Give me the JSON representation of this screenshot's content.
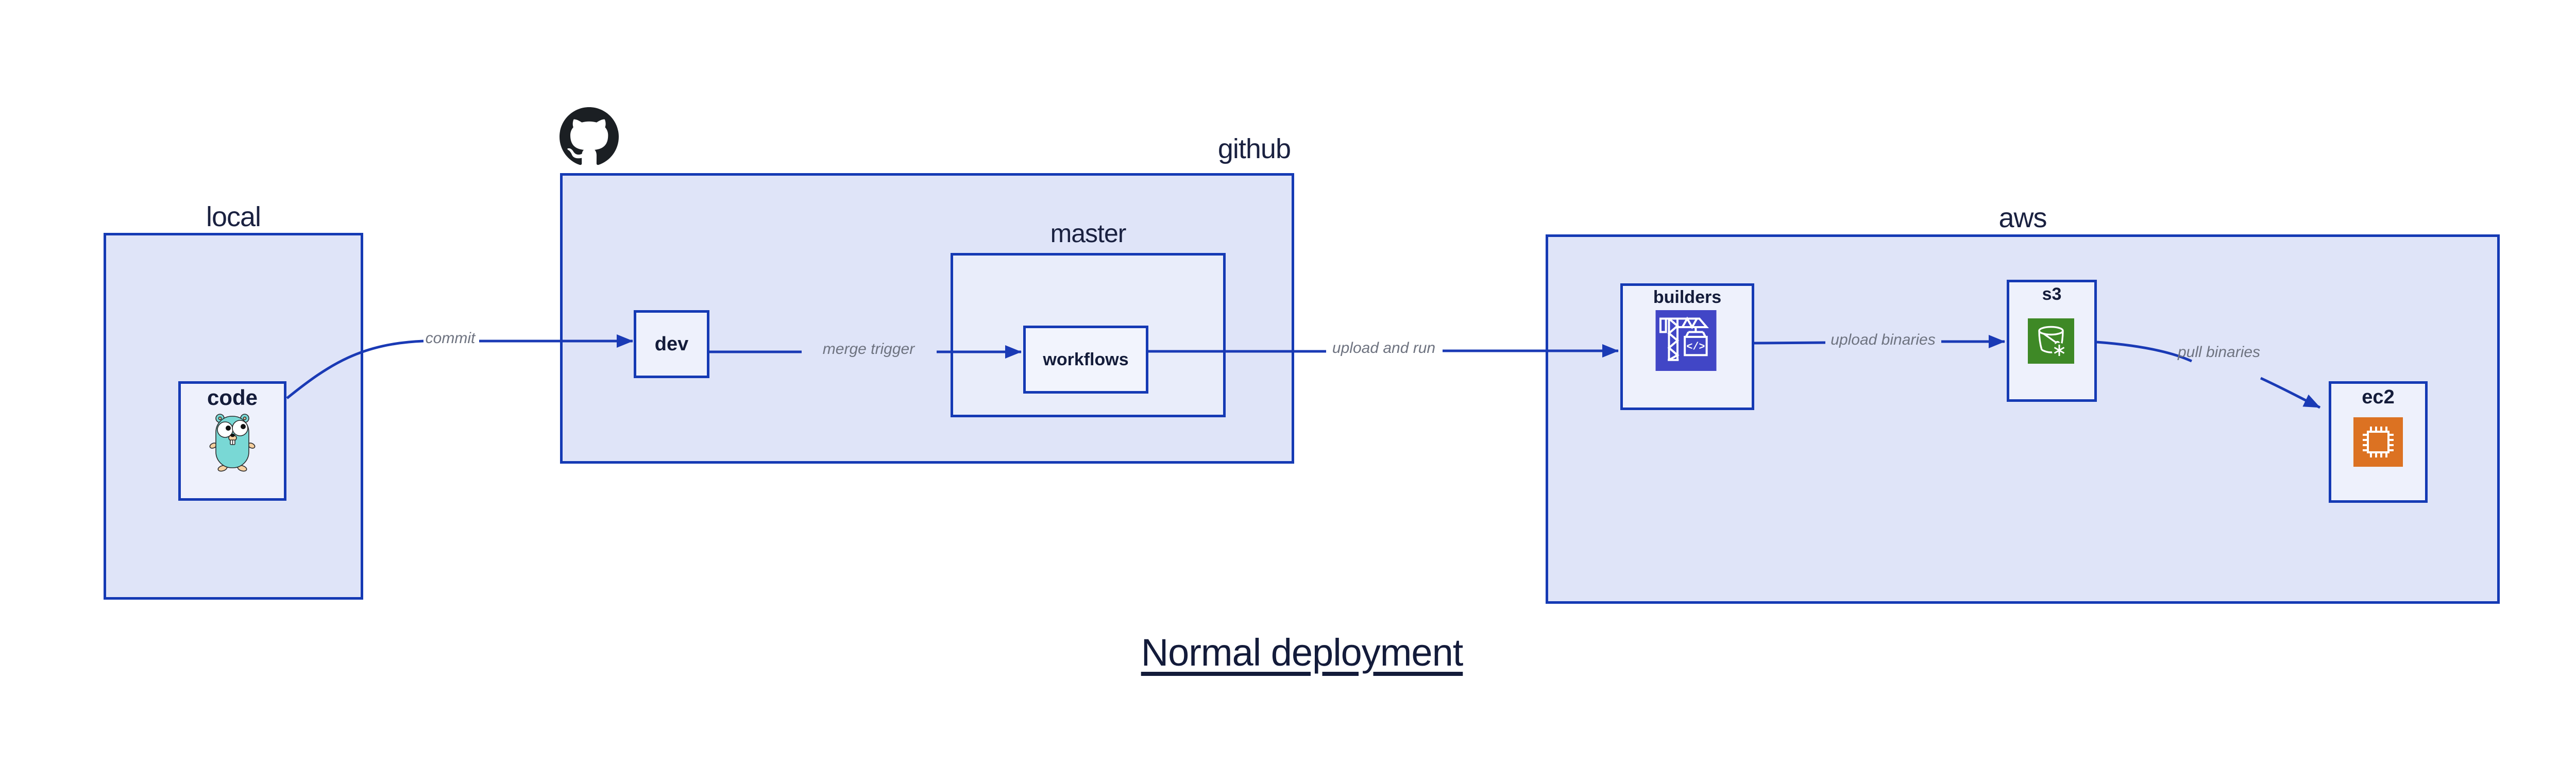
{
  "diagram": {
    "title": "Normal deployment",
    "groups": {
      "local": {
        "label": "local"
      },
      "github": {
        "label": "github"
      },
      "master": {
        "label": "master"
      },
      "aws": {
        "label": "aws"
      }
    },
    "nodes": {
      "code": {
        "label": "code",
        "icon": "go-gopher"
      },
      "dev": {
        "label": "dev"
      },
      "workflows": {
        "label": "workflows"
      },
      "builders": {
        "label": "builders",
        "icon": "codebuild-crane"
      },
      "s3": {
        "label": "s3",
        "icon": "s3-glacier-bucket"
      },
      "ec2": {
        "label": "ec2",
        "icon": "ec2-chip"
      }
    },
    "edges": [
      {
        "from": "code",
        "to": "dev",
        "label": "commit"
      },
      {
        "from": "dev",
        "to": "workflows",
        "label": "merge trigger"
      },
      {
        "from": "workflows",
        "to": "builders",
        "label": "upload and run"
      },
      {
        "from": "builders",
        "to": "s3",
        "label": "upload binaries"
      },
      {
        "from": "s3",
        "to": "ec2",
        "label": "pull binaries"
      }
    ],
    "icons": {
      "github_logo": "octocat-mark",
      "builders_code_glyph": "</>"
    },
    "colors": {
      "canvas": "#ffffff",
      "group_fill": "#dfe4f8",
      "master_fill": "#e9edfa",
      "node_fill": "#eef1fc",
      "workflows_fill": "#f2f4fd",
      "border": "#153ab4",
      "edge": "#1a3ab5",
      "edge_label": "#6e7380",
      "node_label": "#141c3a",
      "group_label": "#1a2140",
      "title": "#131b3a",
      "github_logo": "#1b1f23",
      "codebuild_bg": "#4146c6",
      "s3_bg": "#3e8926",
      "ec2_bg": "#dc7222",
      "gopher_body": "#79d8d5",
      "gopher_skin": "#f6d0a0"
    }
  }
}
